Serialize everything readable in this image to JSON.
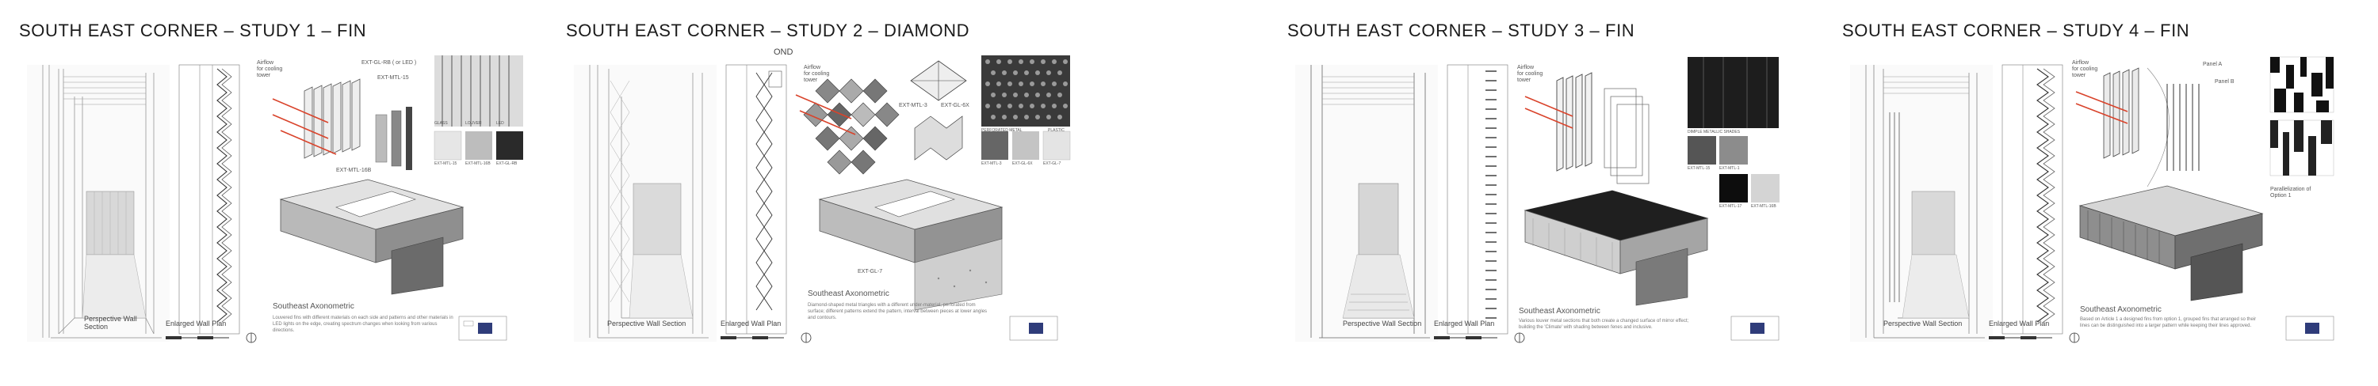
{
  "sheets": [
    {
      "title": "SOUTH EAST CORNER – STUDY 1 – FIN",
      "airflow": "Airflow\nfor cooling\ntower",
      "labels": [
        "EXT-GL-RB ( or LED )",
        "EXT-MTL-15",
        "EXT-MTL-16B"
      ],
      "swatches": [
        "GLASS",
        "LOUVER",
        "LED",
        "EXT-MTL-15",
        "EXT-MTL-16B",
        "EXT-GL-RB"
      ],
      "axon": "Southeast Axonometric",
      "axon_desc": "Louvered fins with different materials on each side and patterns and other materials in LED lights on the edge, creating spectrum changes when looking from various directions.",
      "section": "Perspective Wall\nSection",
      "plan": "Enlarged Wall Plan"
    },
    {
      "title": "SOUTH EAST CORNER – STUDY 2 – DIAMOND",
      "top_note": "OND",
      "airflow": "Airflow\nfor cooling\ntower",
      "labels": [
        "EXT-MTL-3",
        "EXT-GL-6X"
      ],
      "swatches": [
        "PERFORATED METAL",
        "PLASTIC",
        "EXT-MTL-3",
        "EXT-GL-6X",
        "EXT-GL-7"
      ],
      "axon": "Southeast Axonometric",
      "axon_desc": "Diamond-shaped metal triangles with a different under-material, perforated from surface; different patterns extend the pattern, interval between pieces at lower angles and contours.",
      "ext_label": "EXT-GL-7",
      "section": "Perspective Wall Section",
      "plan": "Enlarged Wall Plan"
    },
    {
      "title": "SOUTH EAST CORNER – STUDY 3 – FIN",
      "airflow": "Airflow\nfor cooling\ntower",
      "swatches": [
        "DIMPLE METALLIC SHADES",
        "EXT-MTL-15",
        "EXT-MTL-1",
        "EXT-MTL-17",
        "EXT-MTL-16B"
      ],
      "axon": "Southeast Axonometric",
      "axon_desc": "Various louver metal sections that both create a changed surface of mirror effect; building the 'Climate' with shading between fenes and inclusive.",
      "section": "Perspective Wall Section",
      "plan": "Enlarged Wall Plan"
    },
    {
      "title": "SOUTH EAST CORNER – STUDY 4 – FIN",
      "airflow": "Airflow\nfor cooling\ntower",
      "labels": [
        "Panel A",
        "Panel B",
        "Parallelization of\nOption 1"
      ],
      "axon": "Southeast Axonometric",
      "axon_desc": "Based on Article 1 a designed fins from option 1, grouped fins that arranged so their lines can be distinguished into a larger pattern while keeping their lines approved.",
      "section": "Perspective Wall Section",
      "plan": "Enlarged Wall Plan"
    }
  ]
}
